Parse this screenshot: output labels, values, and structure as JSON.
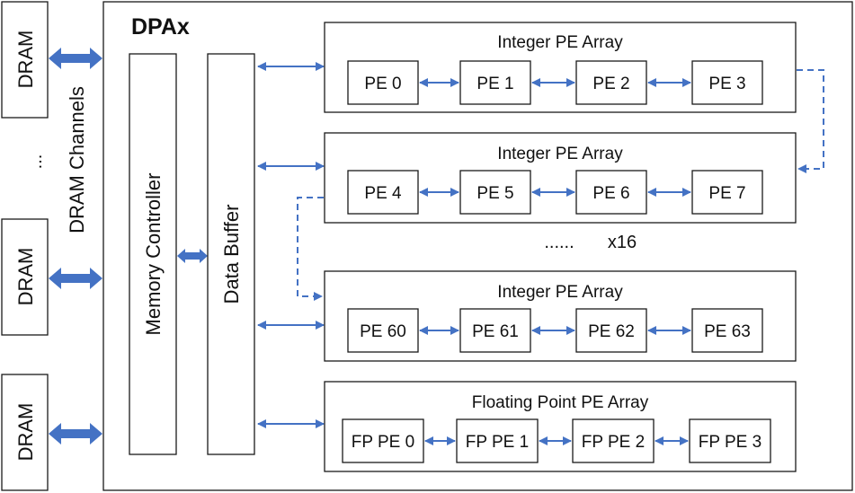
{
  "dpa_title": "DPAx",
  "dram_label": "DRAM",
  "dram_ellipsis": "...",
  "dram_channels_label": "DRAM Channels",
  "memory_controller_label": "Memory Controller",
  "data_buffer_label": "Data Buffer",
  "repeat_ellipsis": "......",
  "repeat_count": "x16",
  "arrays": [
    {
      "title": "Integer PE Array",
      "pes": [
        "PE 0",
        "PE 1",
        "PE 2",
        "PE 3"
      ]
    },
    {
      "title": "Integer PE Array",
      "pes": [
        "PE 4",
        "PE 5",
        "PE 6",
        "PE 7"
      ]
    },
    {
      "title": "Integer PE Array",
      "pes": [
        "PE 60",
        "PE 61",
        "PE 62",
        "PE 63"
      ]
    },
    {
      "title": "Floating Point PE Array",
      "pes": [
        "FP PE 0",
        "FP PE 1",
        "FP PE 2",
        "FP PE 3"
      ]
    }
  ],
  "colors": {
    "arrow": "#4472c4",
    "border": "#1a1a1a"
  }
}
